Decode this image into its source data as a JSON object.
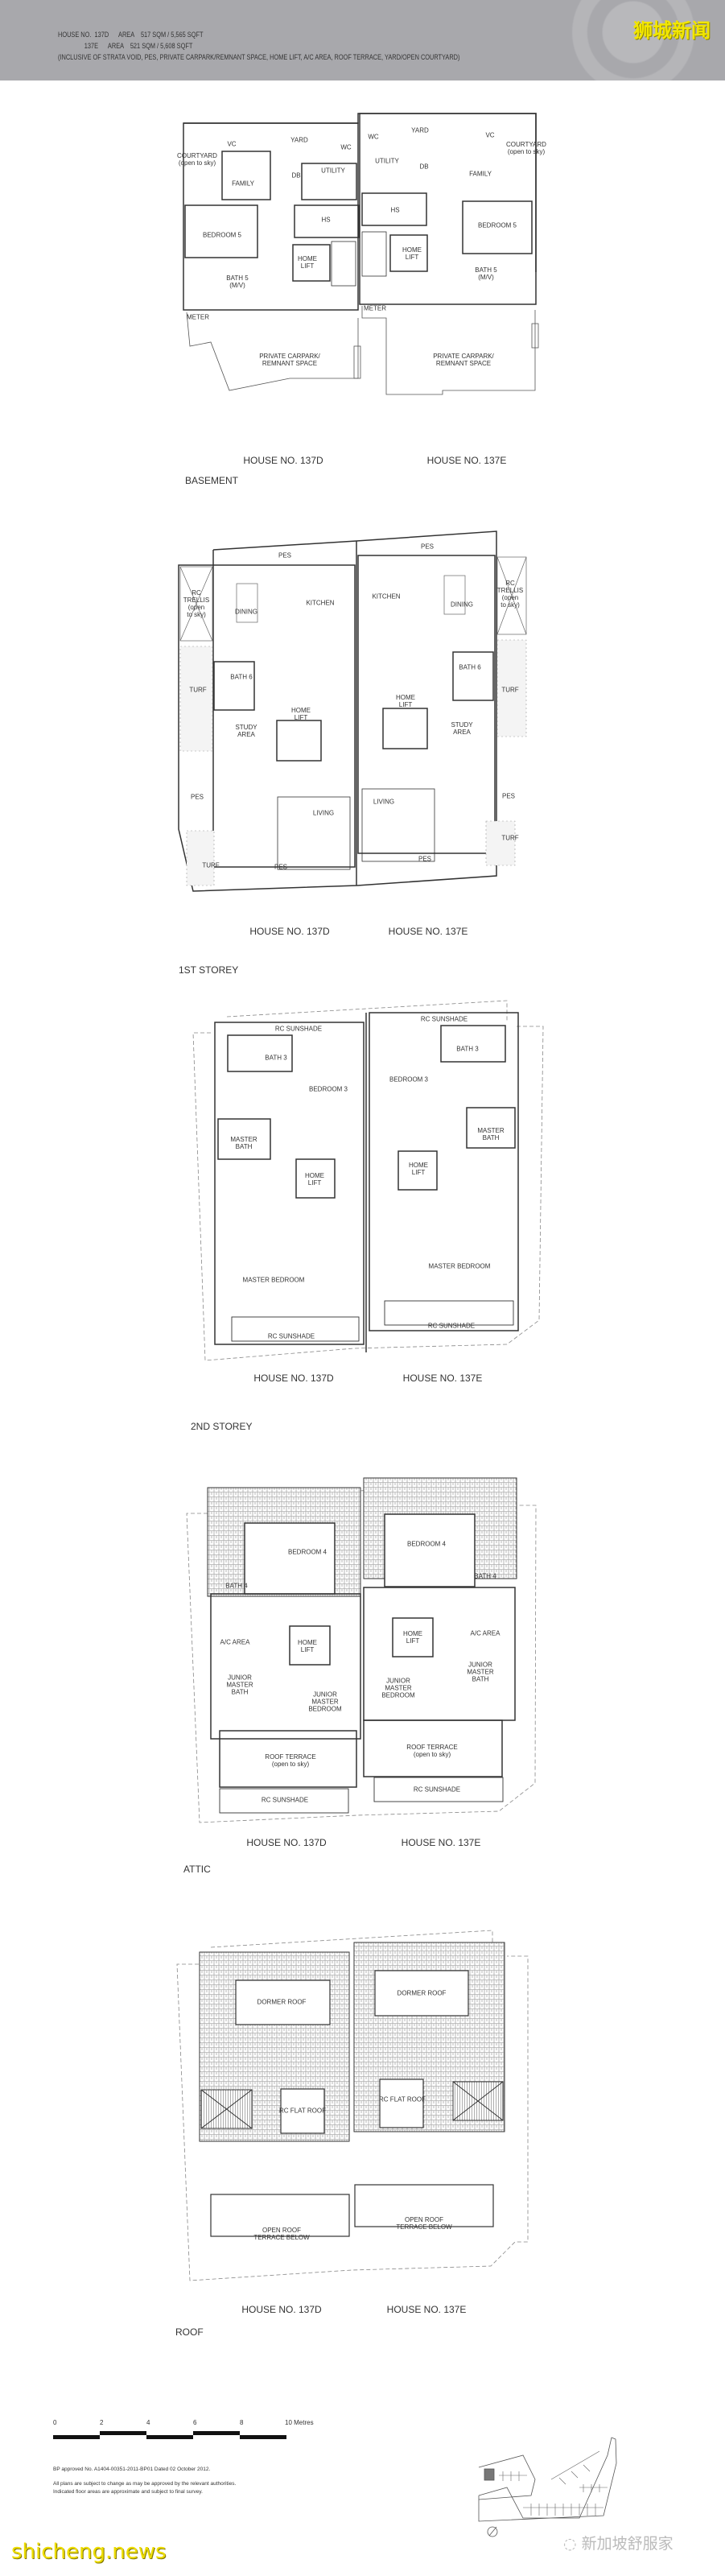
{
  "header": {
    "line1": "HOUSE NO.  137D      AREA    517 SQM / 5,565 SQFT",
    "line2": "                137E      AREA    521 SQM / 5,608 SQFT",
    "line3": "(INCLUSIVE OF STRATA VOID, PES, PRIVATE CARPARK/REMNANT SPACE, HOME LIFT, A/C AREA, ROOF TERRACE, YARD/OPEN COURTYARD)",
    "brand": "狮城新闻"
  },
  "houses": {
    "left": "HOUSE NO. 137D",
    "right": "HOUSE NO. 137E"
  },
  "units": [
    {
      "house": "137D",
      "area_sqm": 517,
      "area_sqft": "5,565"
    },
    {
      "house": "137E",
      "area_sqm": 521,
      "area_sqft": "5,608"
    }
  ],
  "levels": {
    "basement": {
      "title": "BASEMENT",
      "rooms": {
        "d_courtyard": "COURTYARD\n(open to sky)",
        "d_family": "FAMILY",
        "d_yard": "YARD",
        "d_wc": "WC",
        "d_utility": "UTILITY",
        "d_hs": "HS",
        "d_bedroom": "BEDROOM 5",
        "d_bath": "BATH 5\n(M/V)",
        "d_lift": "HOME\nLIFT",
        "d_meter": "METER",
        "d_carpark": "PRIVATE CARPARK/\nREMNANT SPACE",
        "d_db": "DB",
        "d_vc": "VC",
        "e_courtyard": "COURTYARD\n(open to sky)",
        "e_family": "FAMILY",
        "e_yard": "YARD",
        "e_wc": "WC",
        "e_utility": "UTILITY",
        "e_hs": "HS",
        "e_bedroom": "BEDROOM 5",
        "e_bath": "BATH 5\n(M/V)",
        "e_lift": "HOME\nLIFT",
        "e_meter": "METER",
        "e_carpark": "PRIVATE CARPARK/\nREMNANT SPACE",
        "e_db": "DB",
        "e_vc": "VC"
      }
    },
    "first": {
      "title": "1ST STOREY",
      "rooms": {
        "d_pes_top": "PES",
        "d_trellis": "RC\nTRELLIS\n(open\nto sky)",
        "d_dining": "DINING",
        "d_kitchen": "KITCHEN",
        "d_bath": "BATH 6",
        "d_turf": "TURF",
        "d_lift": "HOME\nLIFT",
        "d_study": "STUDY\nAREA",
        "d_pes_side": "PES",
        "d_living": "LIVING",
        "d_turf2": "TURF",
        "d_pes_bottom": "PES",
        "e_pes_top": "PES",
        "e_trellis": "RC\nTRELLIS\n(open\nto sky)",
        "e_dining": "DINING",
        "e_kitchen": "KITCHEN",
        "e_bath": "BATH 6",
        "e_turf": "TURF",
        "e_lift": "HOME\nLIFT",
        "e_study": "STUDY\nAREA",
        "e_pes_side": "PES",
        "e_living": "LIVING",
        "e_turf2": "TURF",
        "e_pes_bottom": "PES"
      }
    },
    "second": {
      "title": "2ND STOREY",
      "rooms": {
        "d_sunshade_top": "RC SUNSHADE",
        "d_bath3": "BATH 3",
        "d_bedroom3": "BEDROOM 3",
        "d_masterbath": "MASTER\nBATH",
        "d_lift": "HOME\nLIFT",
        "d_master": "MASTER BEDROOM",
        "d_sunshade_bottom": "RC SUNSHADE",
        "e_sunshade_top": "RC SUNSHADE",
        "e_bath3": "BATH 3",
        "e_bedroom3": "BEDROOM 3",
        "e_masterbath": "MASTER\nBATH",
        "e_lift": "HOME\nLIFT",
        "e_master": "MASTER BEDROOM",
        "e_sunshade_bottom": "RC SUNSHADE"
      }
    },
    "attic": {
      "title": "ATTIC",
      "rooms": {
        "d_bedroom4": "BEDROOM 4",
        "d_bath4": "BATH 4",
        "d_ac": "A/C AREA",
        "d_lift": "HOME\nLIFT",
        "d_jmbath": "JUNIOR\nMASTER\nBATH",
        "d_jmbed": "JUNIOR\nMASTER\nBEDROOM",
        "d_terrace": "ROOF TERRACE\n(open to sky)",
        "d_sunshade": "RC SUNSHADE",
        "e_bedroom4": "BEDROOM 4",
        "e_bath4": "BATH 4",
        "e_ac": "A/C AREA",
        "e_lift": "HOME\nLIFT",
        "e_jmbath": "JUNIOR\nMASTER\nBATH",
        "e_jmbed": "JUNIOR\nMASTER\nBEDROOM",
        "e_terrace": "ROOF TERRACE\n(open to sky)",
        "e_sunshade": "RC SUNSHADE"
      }
    },
    "roof": {
      "title": "ROOF",
      "rooms": {
        "d_dormer": "DORMER ROOF",
        "d_flat": "RC FLAT ROOF",
        "d_open": "OPEN ROOF\nTERRACE BELOW",
        "e_dormer": "DORMER ROOF",
        "e_flat": "RC FLAT ROOF",
        "e_open": "OPEN ROOF\nTERRACE BELOW"
      }
    }
  },
  "scale_bar": {
    "ticks": [
      "0",
      "2",
      "4",
      "6",
      "8",
      "10 Metres"
    ]
  },
  "notes": {
    "bp": "BP approved No. A1404-00351-2011-BP01 Dated 02 October 2012.",
    "line1": "All plans are subject to change as may be approved by  the relevant authorities.",
    "line2": "Indicated floor areas are approximate and subject to final survey."
  },
  "watermarks": {
    "site": "shicheng.news",
    "wechat": "新加坡舒服家"
  }
}
